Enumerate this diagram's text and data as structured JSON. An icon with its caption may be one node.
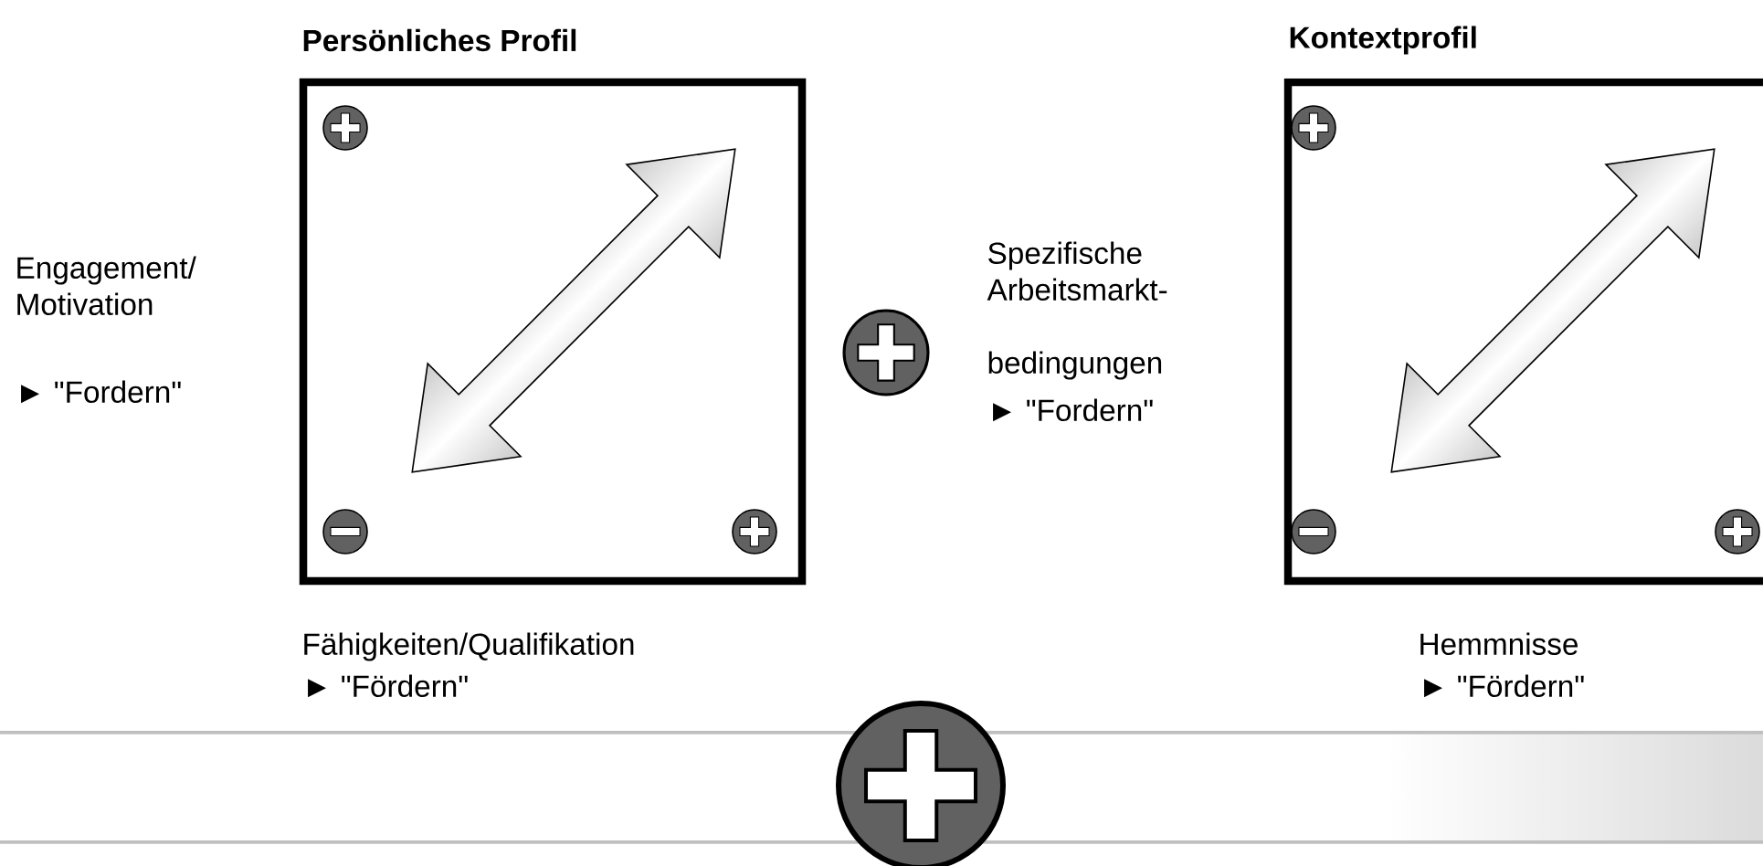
{
  "diagram": {
    "nodes": [
      {
        "text": [
          "Persönliches Profil"
        ],
        "beside": [
          "Engagement/ Motivation",
          "► \"Fordern\"",
          "Fähigkeiten/Qualifikation",
          "► \"Fördern\""
        ]
      },
      {
        "text": [
          "Kontextprofil"
        ],
        "beside": [
          "Spezifische Arbeitsmarkt- bedingungen",
          "► \"Fordern\"",
          "Hemmnisse",
          "► \"Fördern\""
        ]
      }
    ],
    "edges": []
  }
}
